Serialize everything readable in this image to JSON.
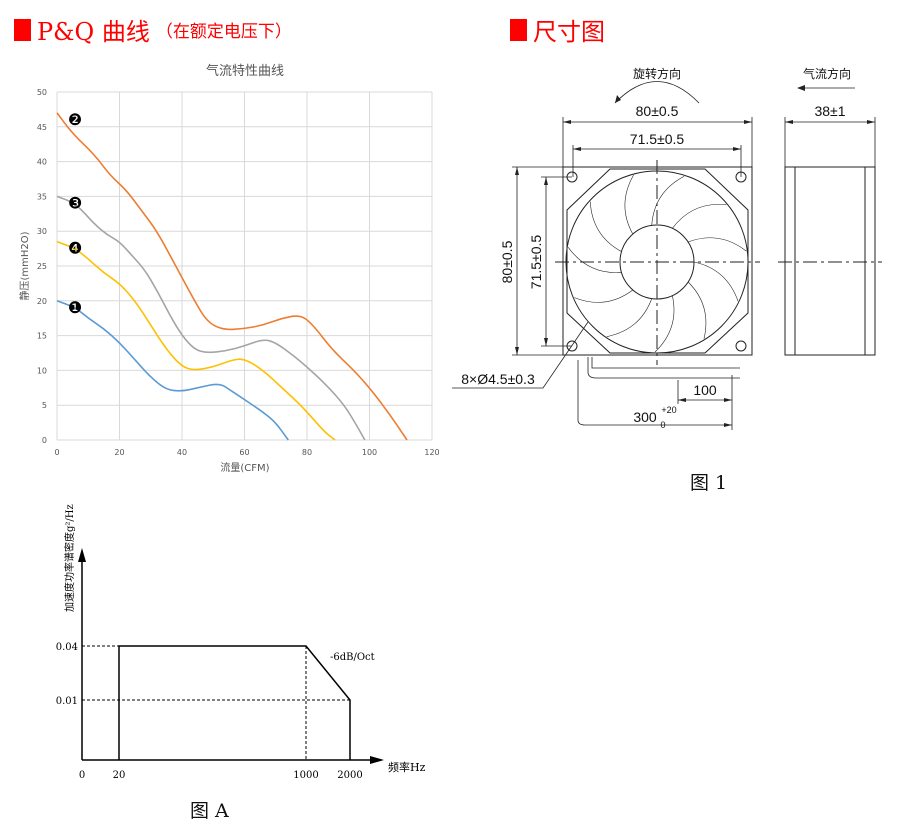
{
  "pq_header": {
    "title": "P&Q 曲线",
    "subtitle": "（在额定电压下）"
  },
  "dim_header": {
    "title": "尺寸图"
  },
  "chart_data": [
    {
      "type": "line",
      "title": "气流特性曲线",
      "xlabel": "流量(CFM)",
      "ylabel": "静压(mmH2O)",
      "xlim": [
        0,
        120
      ],
      "ylim": [
        0,
        50
      ],
      "grid": true,
      "xticks": [
        0,
        20,
        40,
        60,
        80,
        100,
        120
      ],
      "yticks": [
        0,
        5,
        10,
        15,
        20,
        25,
        30,
        35,
        40,
        45,
        50
      ],
      "series": [
        {
          "name": "❷",
          "color": "#ED7D31",
          "points": [
            [
              0,
              47
            ],
            [
              5,
              44
            ],
            [
              12,
              41
            ],
            [
              17,
              38
            ],
            [
              22,
              36
            ],
            [
              27,
              33
            ],
            [
              32,
              30
            ],
            [
              38,
              25
            ],
            [
              44,
              20
            ],
            [
              48,
              17
            ],
            [
              53,
              15.8
            ],
            [
              60,
              16
            ],
            [
              66,
              16.5
            ],
            [
              72,
              17.5
            ],
            [
              78,
              18
            ],
            [
              82,
              16.5
            ],
            [
              88,
              13
            ],
            [
              95,
              10
            ],
            [
              100,
              7.5
            ],
            [
              106,
              4
            ],
            [
              112,
              0
            ]
          ]
        },
        {
          "name": "❸",
          "color": "#A5A5A5",
          "points": [
            [
              0,
              35
            ],
            [
              6,
              34
            ],
            [
              12,
              31
            ],
            [
              16,
              29.5
            ],
            [
              20,
              28.5
            ],
            [
              24,
              26.5
            ],
            [
              28,
              24.5
            ],
            [
              32,
              21.5
            ],
            [
              36,
              18
            ],
            [
              40,
              15
            ],
            [
              44,
              13
            ],
            [
              48,
              12.5
            ],
            [
              54,
              12.8
            ],
            [
              60,
              13.5
            ],
            [
              66,
              14.5
            ],
            [
              70,
              14
            ],
            [
              76,
              12
            ],
            [
              80,
              10.5
            ],
            [
              86,
              8
            ],
            [
              92,
              5
            ],
            [
              96,
              2
            ],
            [
              98.5,
              0
            ]
          ]
        },
        {
          "name": "❹",
          "color": "#FFC000",
          "points": [
            [
              0,
              28.5
            ],
            [
              6,
              27.5
            ],
            [
              10,
              26
            ],
            [
              15,
              24
            ],
            [
              20,
              22.5
            ],
            [
              25,
              20
            ],
            [
              30,
              16.5
            ],
            [
              35,
              13
            ],
            [
              40,
              10.5
            ],
            [
              44,
              10
            ],
            [
              50,
              10.5
            ],
            [
              56,
              11.5
            ],
            [
              60,
              11.7
            ],
            [
              66,
              10
            ],
            [
              72,
              7.5
            ],
            [
              78,
              5
            ],
            [
              82,
              3
            ],
            [
              86,
              1
            ],
            [
              89,
              0
            ]
          ]
        },
        {
          "name": "❶",
          "color": "#5B9BD5",
          "points": [
            [
              0,
              20
            ],
            [
              6,
              19
            ],
            [
              10,
              17.5
            ],
            [
              15,
              16
            ],
            [
              20,
              14
            ],
            [
              25,
              11.5
            ],
            [
              30,
              9
            ],
            [
              35,
              7.2
            ],
            [
              40,
              7
            ],
            [
              45,
              7.5
            ],
            [
              52,
              8.2
            ],
            [
              56,
              7
            ],
            [
              60,
              5.8
            ],
            [
              66,
              4
            ],
            [
              70,
              2.5
            ],
            [
              74,
              0
            ]
          ]
        }
      ]
    },
    {
      "type": "line",
      "title": "",
      "xlabel": "频率Hz",
      "ylabel": "加速度功率谱密度g²/Hz",
      "xticks": [
        "0",
        "20",
        "1000",
        "2000"
      ],
      "yticks": [
        "0.04",
        "0.01"
      ],
      "points": [
        [
          20,
          0
        ],
        [
          20,
          0.04
        ],
        [
          1000,
          0.04
        ],
        [
          2000,
          0.01
        ],
        [
          2000,
          0
        ]
      ],
      "annotation": "-6dB/Oct",
      "caption": "图 A"
    }
  ],
  "drawing": {
    "rotation": "旋转方向",
    "airflow": "气流方向",
    "width_outer": "80±0.5",
    "width_inner": "71.5±0.5",
    "height_outer": "80±0.5",
    "height_inner": "71.5±0.5",
    "depth": "38±1",
    "holes": "8×Ø4.5±0.3",
    "lead_strip": "100",
    "lead_len": "300",
    "lead_tol_up": "+20",
    "lead_tol_low": "0",
    "caption": "图 1"
  }
}
